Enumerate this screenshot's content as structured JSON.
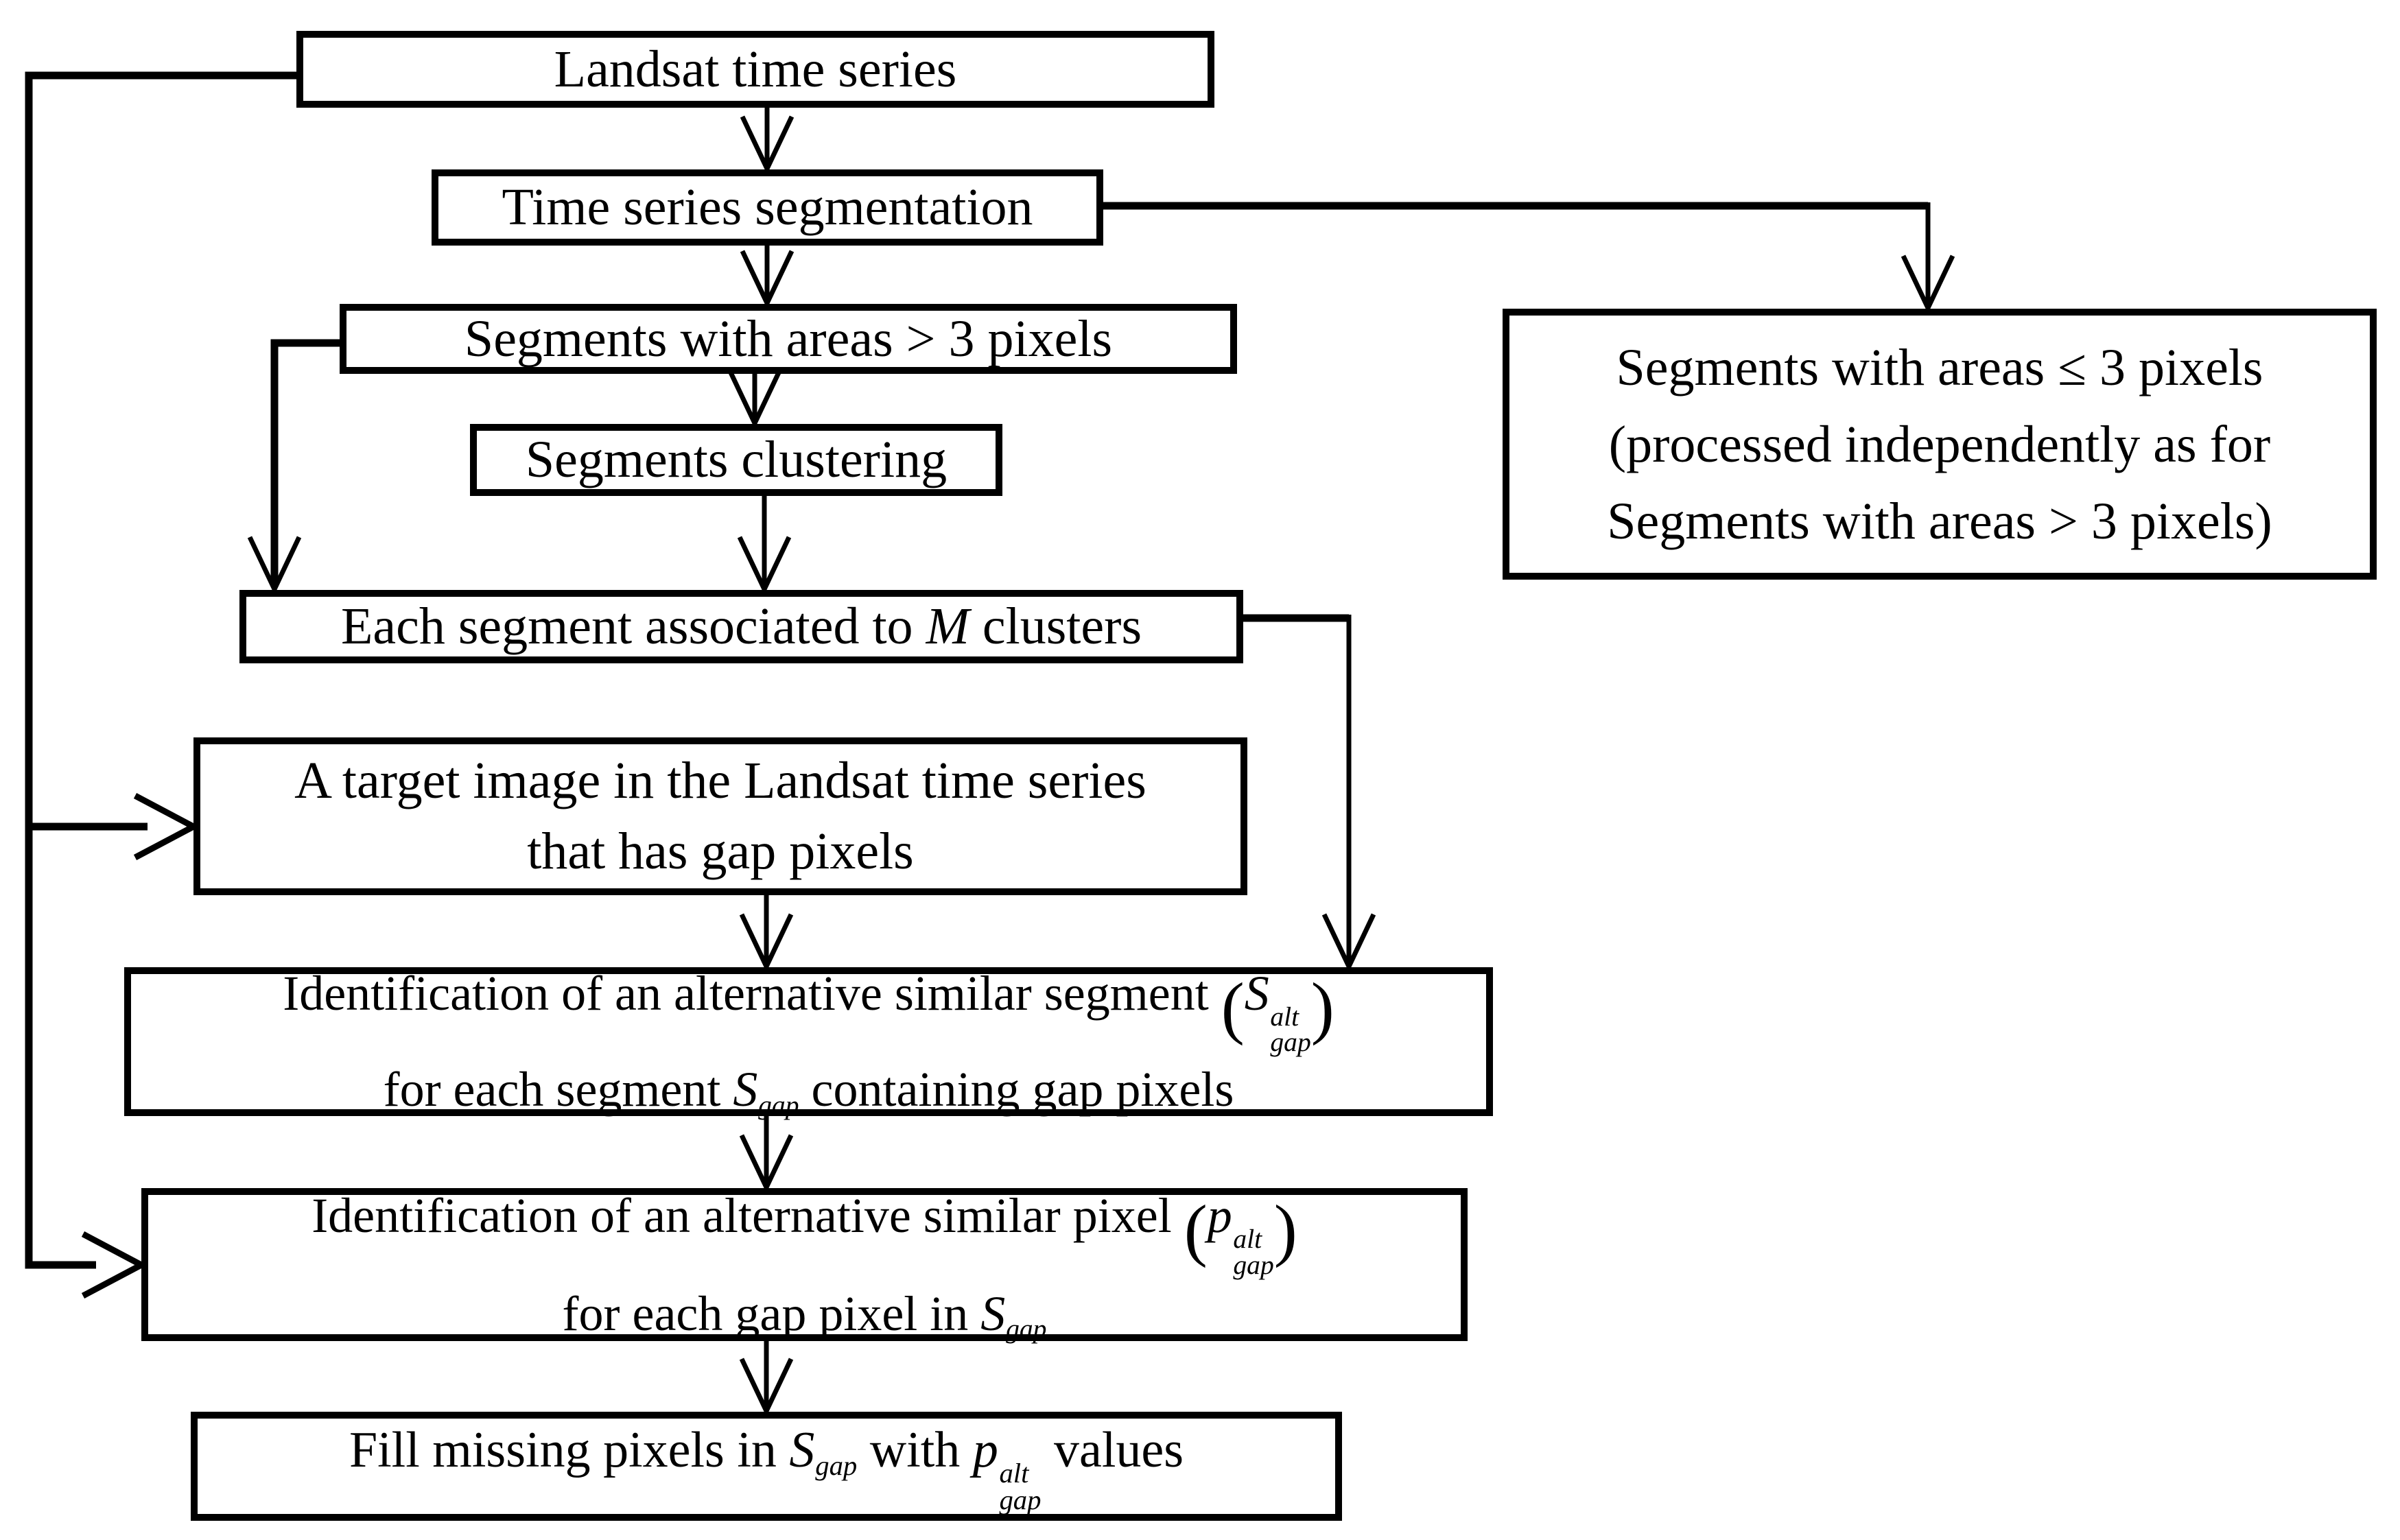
{
  "colors": {
    "line": "#000000",
    "background": "#ffffff",
    "text": "#000000"
  },
  "nodes": {
    "landsat-time-series": {
      "lines": [
        [
          {
            "t": "Landsat time series"
          }
        ]
      ]
    },
    "time-series-segmentation": {
      "lines": [
        [
          {
            "t": "Time series segmentation"
          }
        ]
      ]
    },
    "segments-areas-gt-3": {
      "lines": [
        [
          {
            "t": "Segments with areas > 3 pixels"
          }
        ]
      ]
    },
    "segments-clustering": {
      "lines": [
        [
          {
            "t": "Segments clustering"
          }
        ]
      ]
    },
    "segment-m-clusters": {
      "lines": [
        [
          {
            "t": "Each segment associated to "
          },
          {
            "i": "M"
          },
          {
            "t": " clusters"
          }
        ]
      ]
    },
    "segments-areas-le-3": {
      "lines": [
        [
          {
            "t": "Segments with areas ≤ 3 pixels"
          }
        ],
        [
          {
            "t": "(processed independently as for"
          }
        ],
        [
          {
            "t": "Segments with areas > 3 pixels)"
          }
        ]
      ]
    },
    "target-image": {
      "lines": [
        [
          {
            "t": "A target image in the Landsat time series"
          }
        ],
        [
          {
            "t": "that has gap pixels"
          }
        ]
      ]
    },
    "identify-alt-segment": {
      "lines": [
        [
          {
            "t": "Identification of an alternative similar segment "
          },
          {
            "p": "("
          },
          {
            "m": {
              "base": "S",
              "sup": "alt",
              "sub": "gap"
            }
          },
          {
            "p": ")"
          }
        ],
        [
          {
            "t": "for each segment "
          },
          {
            "m": {
              "base": "S",
              "sub": "gap"
            }
          },
          {
            "t": " containing gap pixels"
          }
        ]
      ]
    },
    "identify-alt-pixel": {
      "lines": [
        [
          {
            "t": "Identification of an alternative similar pixel "
          },
          {
            "p": "("
          },
          {
            "m": {
              "base": "p",
              "sup": "alt",
              "sub": "gap"
            }
          },
          {
            "p": ")"
          }
        ],
        [
          {
            "t": "for each gap pixel in "
          },
          {
            "m": {
              "base": "S",
              "sub": "gap"
            }
          }
        ]
      ]
    },
    "fill-missing-pixels": {
      "lines": [
        [
          {
            "t": "Fill missing pixels in "
          },
          {
            "m": {
              "base": "S",
              "sub": "gap"
            }
          },
          {
            "t": " with "
          },
          {
            "m": {
              "base": "p",
              "sup": "alt",
              "sub": "gap"
            }
          },
          {
            "t": " values"
          }
        ]
      ]
    }
  }
}
